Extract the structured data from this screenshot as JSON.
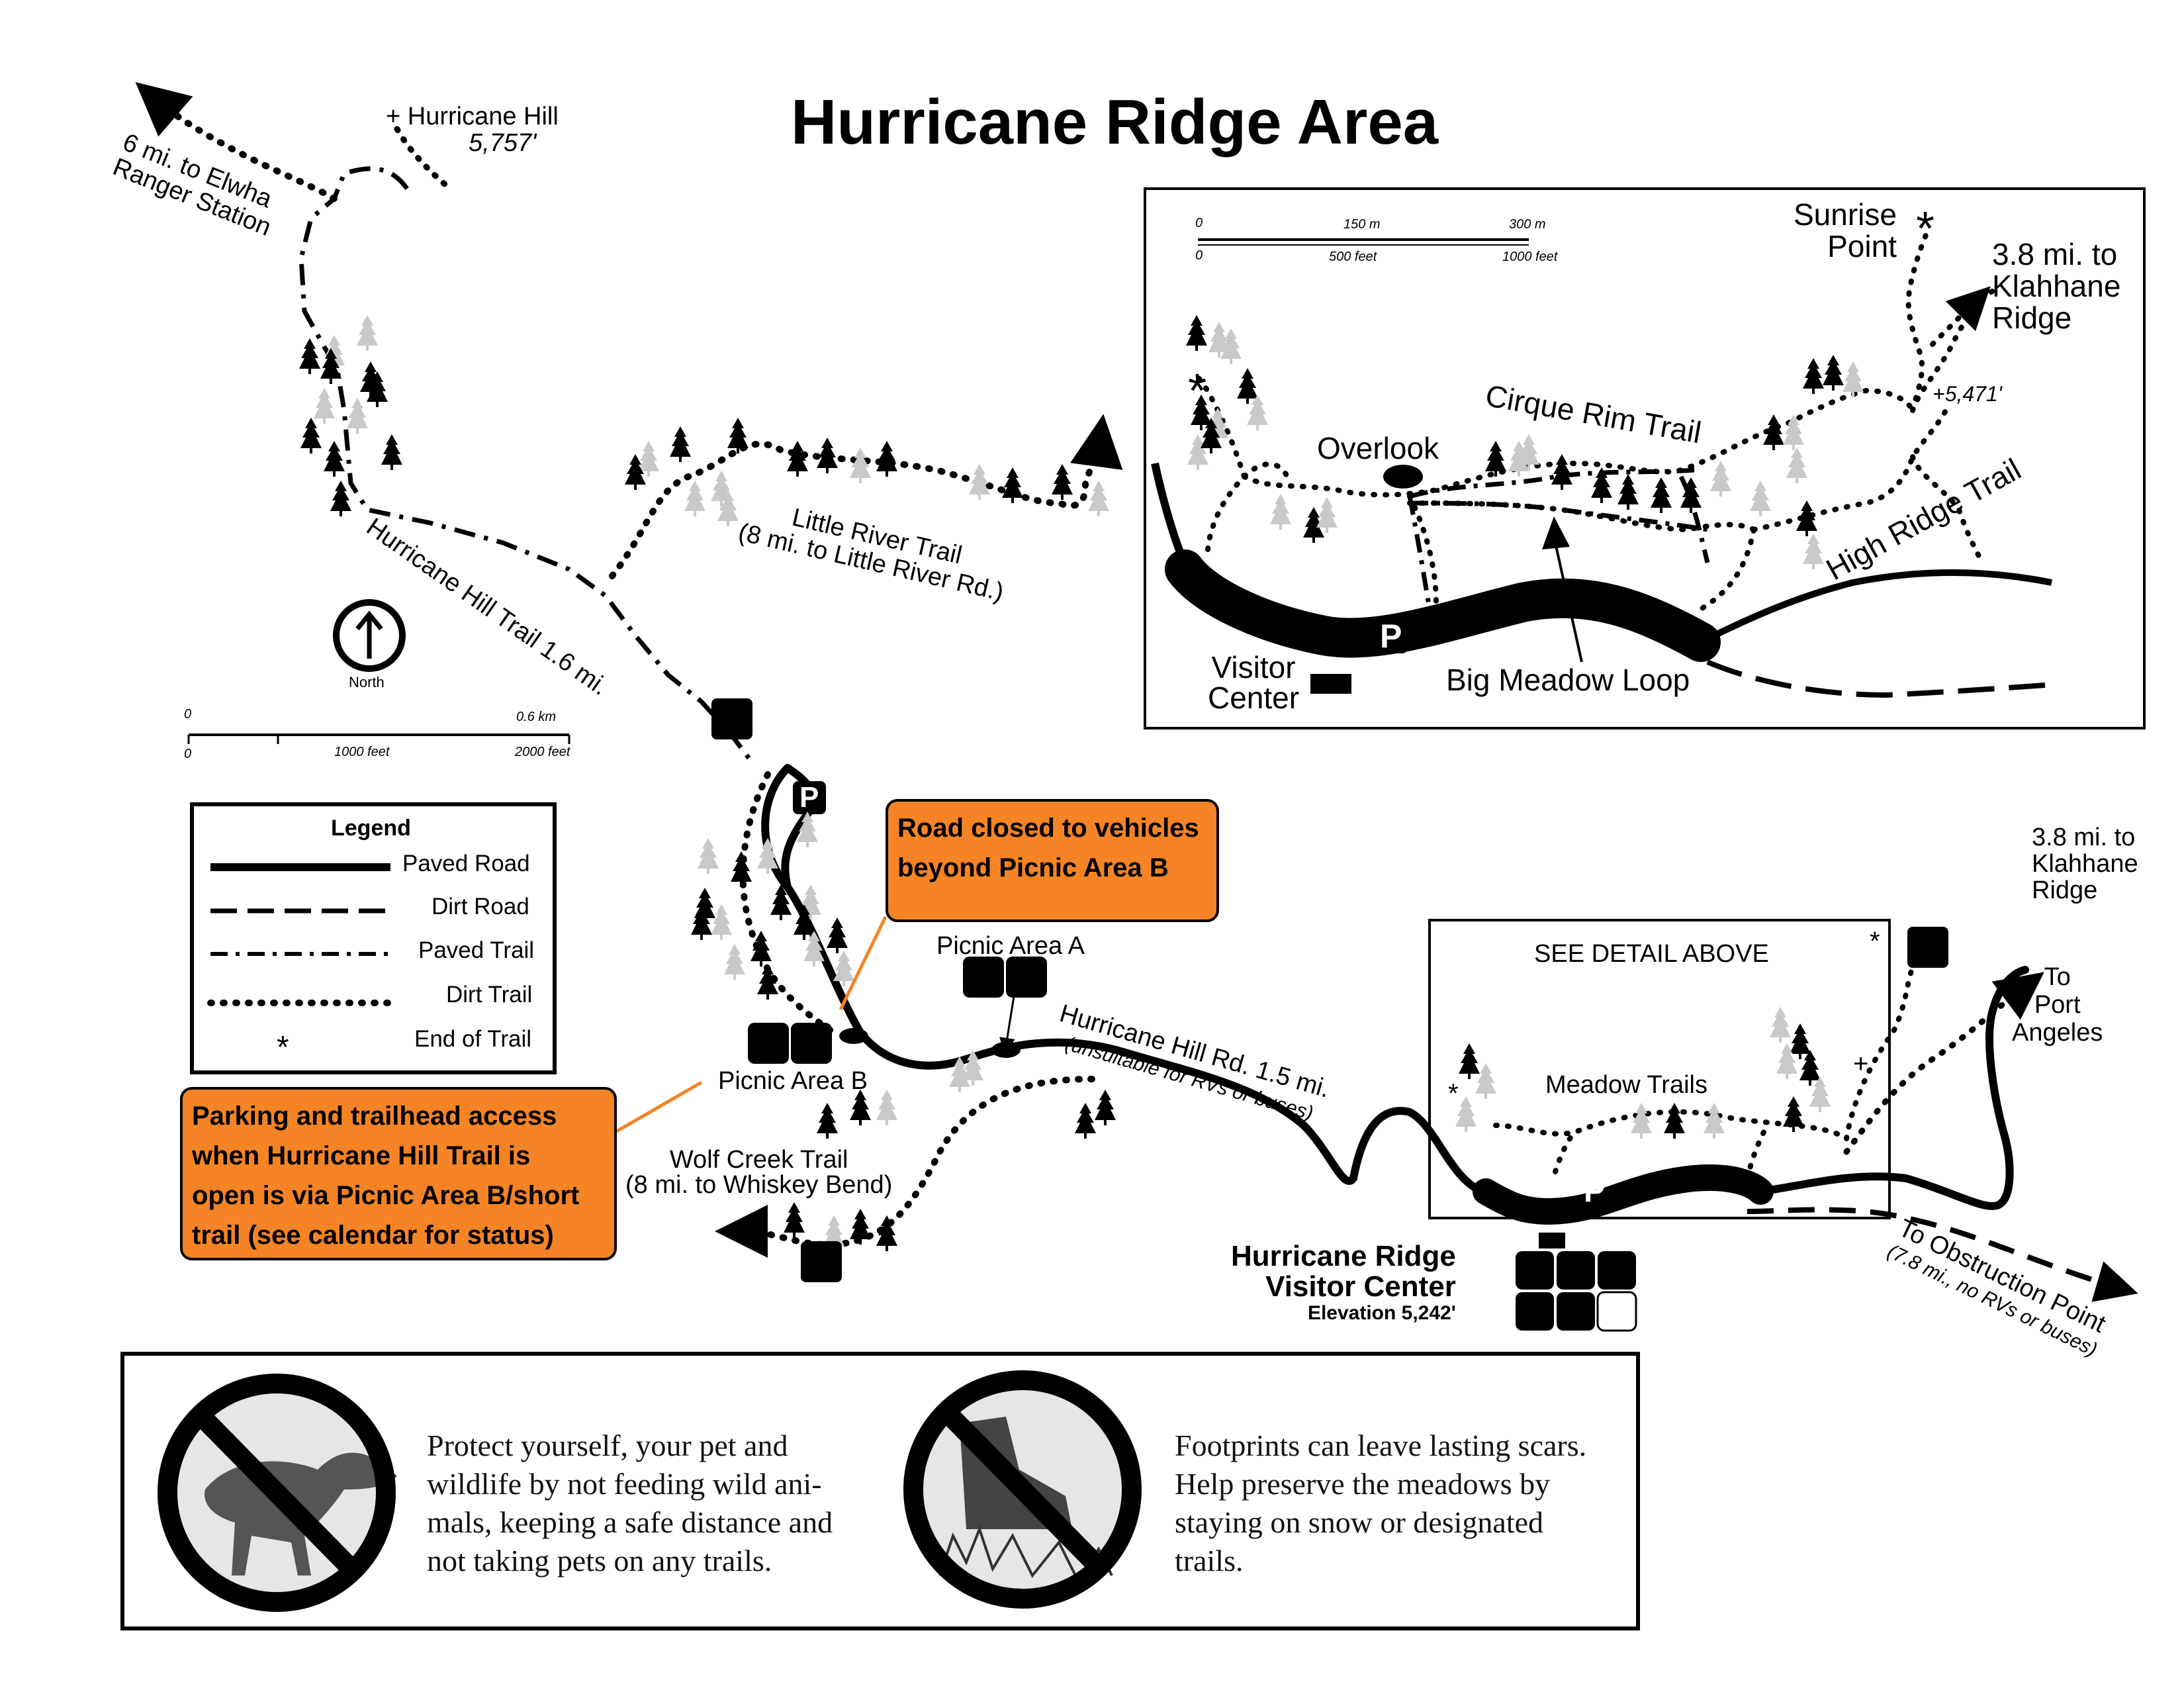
{
  "title": "Hurricane Ridge Area",
  "peak": {
    "name": "Hurricane Hill",
    "elevation": "5,757'"
  },
  "elwha": {
    "line1": "6 mi. to Elwha",
    "line2": "Ranger Station"
  },
  "trails": {
    "hurricane_hill": "Hurricane Hill Trail 1.6 mi.",
    "little_river_1": "Little River Trail",
    "little_river_2": "(8 mi. to Little River Rd.)",
    "wolf_creek_1": "Wolf Creek Trail",
    "wolf_creek_2": "(8 mi. to Whiskey Bend)",
    "meadow_trails": "Meadow Trails"
  },
  "road": {
    "name": "Hurricane Hill Rd. 1.5 mi.",
    "note": "(unsuitable for RVs or buses)",
    "obstruction_1": "To Obstruction Point",
    "obstruction_2": "(7.8 mi., no RVs or buses)",
    "port_1": "To",
    "port_2": "Port",
    "port_3": "Angeles"
  },
  "north": "North",
  "scale_main": {
    "zero_top": "0",
    "zero_bottom": "0",
    "km": "0.6 km",
    "ft1": "1000 feet",
    "ft2": "2000 feet"
  },
  "scale_inset": {
    "zero_top": "0",
    "zero_bottom": "0",
    "m1": "150 m",
    "m2": "300 m",
    "ft1": "500 feet",
    "ft2": "1000 feet"
  },
  "legend": {
    "title": "Legend",
    "items": [
      "Paved Road",
      "Dirt Road",
      "Paved Trail",
      "Dirt Trail",
      "End of Trail"
    ],
    "end_symbol": "*"
  },
  "picnic_a": "Picnic Area A",
  "picnic_b": "Picnic Area B",
  "parking_symbol": "P",
  "callouts": {
    "road_closed": [
      "Road closed to vehicles",
      "beyond Picnic Area B"
    ],
    "parking": [
      "Parking and trailhead access",
      "when Hurricane Hill Trail is",
      "open is via Picnic Area B/short",
      "trail  (see calendar for status)"
    ]
  },
  "detail_box": "SEE DETAIL ABOVE",
  "klahhane_main": [
    "3.8 mi. to",
    "Klahhane",
    "Ridge"
  ],
  "visitor_center": {
    "line1": "Hurricane Ridge",
    "line2": "Visitor Center",
    "elevation": "Elevation 5,242'"
  },
  "inset": {
    "sunrise": [
      "Sunrise",
      "Point"
    ],
    "klahhane": [
      "3.8 mi. to",
      "Klahhane",
      "Ridge"
    ],
    "elev": "5,471'",
    "cirque": "Cirque Rim Trail",
    "overlook": "Overlook",
    "high_ridge": "High Ridge Trail",
    "big_meadow": "Big Meadow Loop",
    "visitor": [
      "Visitor",
      "Center"
    ]
  },
  "notices": {
    "wildlife": [
      "Protect yourself, your pet and",
      "wildlife by not feeding wild ani-",
      "mals, keeping a safe distance and",
      "not taking pets on any trails."
    ],
    "footprints": [
      "Footprints can leave lasting scars.",
      "Help preserve the meadows by",
      "staying on snow or designated",
      "trails."
    ]
  },
  "colors": {
    "callout": "#f58426",
    "ink": "#000000",
    "tree_light": "#c9c9c9"
  },
  "icons": [
    "hiker-icon",
    "parking-icon",
    "picnic-table-icon",
    "restroom-icon",
    "food-service-icon",
    "phone-icon",
    "wheelchair-icon",
    "deer-icon",
    "boot-icon",
    "no-symbol-icon",
    "north-arrow-icon",
    "tree-icon"
  ]
}
